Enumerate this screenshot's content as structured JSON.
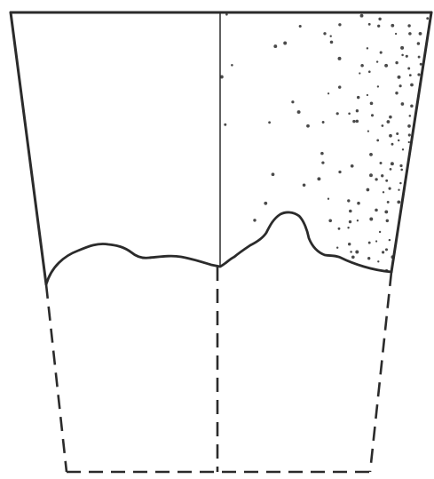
{
  "figure": {
    "kind": "pottery-profile-drawing",
    "ink_color": "#2b2b2b",
    "stipple_color": "#4a4a4a",
    "background": "#ffffff",
    "preserved_portion": "upper",
    "reconstructed_portion": "lower",
    "stippled_side": "right"
  }
}
